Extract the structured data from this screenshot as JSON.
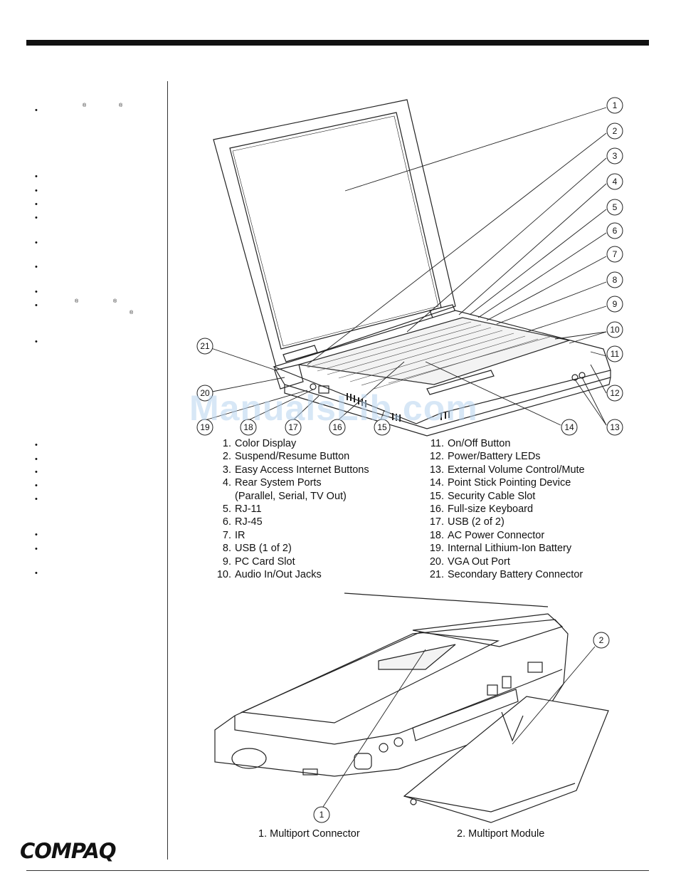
{
  "sidebar": {
    "bullet_glyph": "•",
    "reg_glyph": "®"
  },
  "diagram1": {
    "callouts": [
      "1",
      "2",
      "3",
      "4",
      "5",
      "6",
      "7",
      "8",
      "9",
      "10",
      "11",
      "12",
      "13",
      "14",
      "15",
      "16",
      "17",
      "18",
      "19",
      "20",
      "21"
    ]
  },
  "legend_left": [
    {
      "num": "1.",
      "text": "Color Display"
    },
    {
      "num": "2.",
      "text": "Suspend/Resume Button"
    },
    {
      "num": "3.",
      "text": "Easy Access Internet Buttons"
    },
    {
      "num": "4.",
      "text": "Rear System Ports"
    },
    {
      "num": "",
      "text": "(Parallel, Serial, TV Out)"
    },
    {
      "num": "5.",
      "text": "RJ-11"
    },
    {
      "num": "6.",
      "text": "RJ-45"
    },
    {
      "num": "7.",
      "text": "IR"
    },
    {
      "num": "8.",
      "text": "USB (1 of 2)"
    },
    {
      "num": "9.",
      "text": "PC Card Slot"
    },
    {
      "num": "10.",
      "text": "Audio In/Out Jacks"
    }
  ],
  "legend_right": [
    {
      "num": "11.",
      "text": "On/Off Button"
    },
    {
      "num": "12.",
      "text": "Power/Battery LEDs"
    },
    {
      "num": "13.",
      "text": "External Volume Control/Mute"
    },
    {
      "num": "14.",
      "text": "Point Stick Pointing Device"
    },
    {
      "num": "15.",
      "text": "Security Cable Slot"
    },
    {
      "num": "16.",
      "text": "Full-size Keyboard"
    },
    {
      "num": "17.",
      "text": "USB (2 of 2)"
    },
    {
      "num": "18.",
      "text": "AC Power Connector"
    },
    {
      "num": "19.",
      "text": "Internal Lithium-Ion Battery"
    },
    {
      "num": "20.",
      "text": "VGA Out Port"
    },
    {
      "num": "21.",
      "text": "Secondary Battery Connector"
    }
  ],
  "diagram2": {
    "callouts": [
      "1",
      "2"
    ],
    "caption_1": "1. Multiport Connector",
    "caption_2": "2. Multiport Module"
  },
  "watermark": "ManualsLib.com",
  "logo": "COMPAQ"
}
